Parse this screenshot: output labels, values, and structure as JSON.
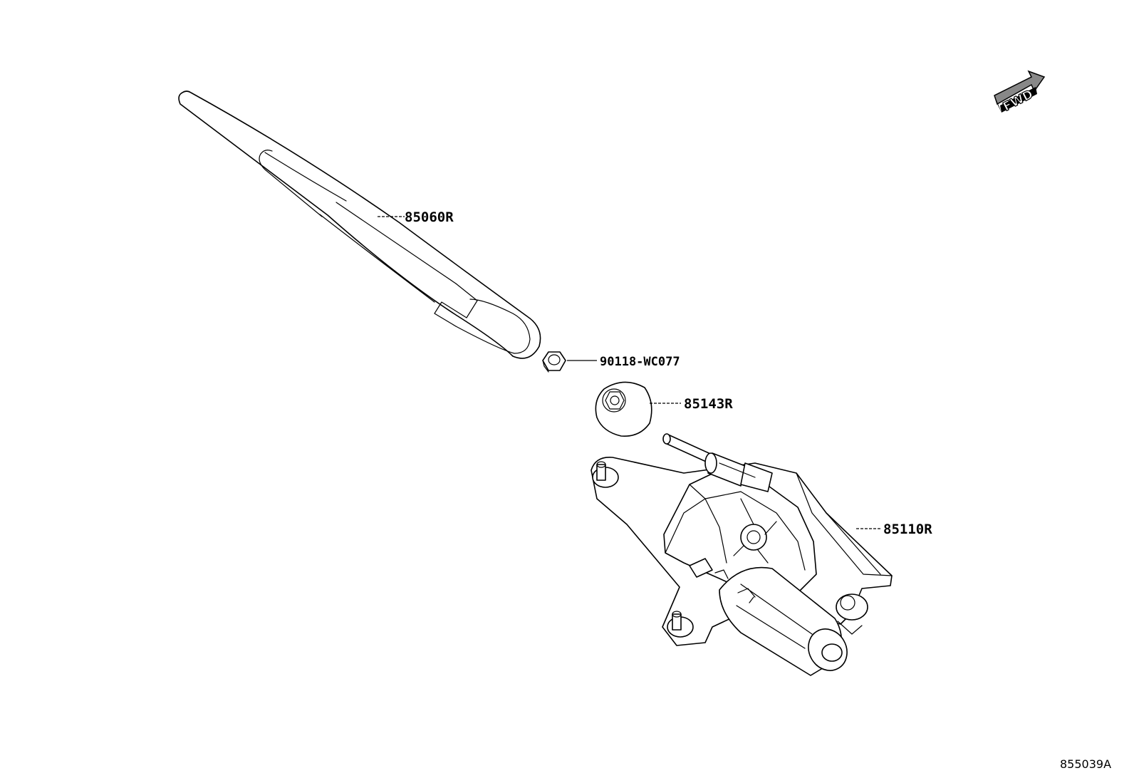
{
  "diagram": {
    "figure_id": "855039A",
    "direction_indicator": "FWD",
    "parts": [
      {
        "id": "wiper-arm",
        "label": "85060R"
      },
      {
        "id": "nut",
        "label": "90118-WC077"
      },
      {
        "id": "cap",
        "label": "85143R"
      },
      {
        "id": "wiper-motor",
        "label": "85110R"
      }
    ]
  }
}
